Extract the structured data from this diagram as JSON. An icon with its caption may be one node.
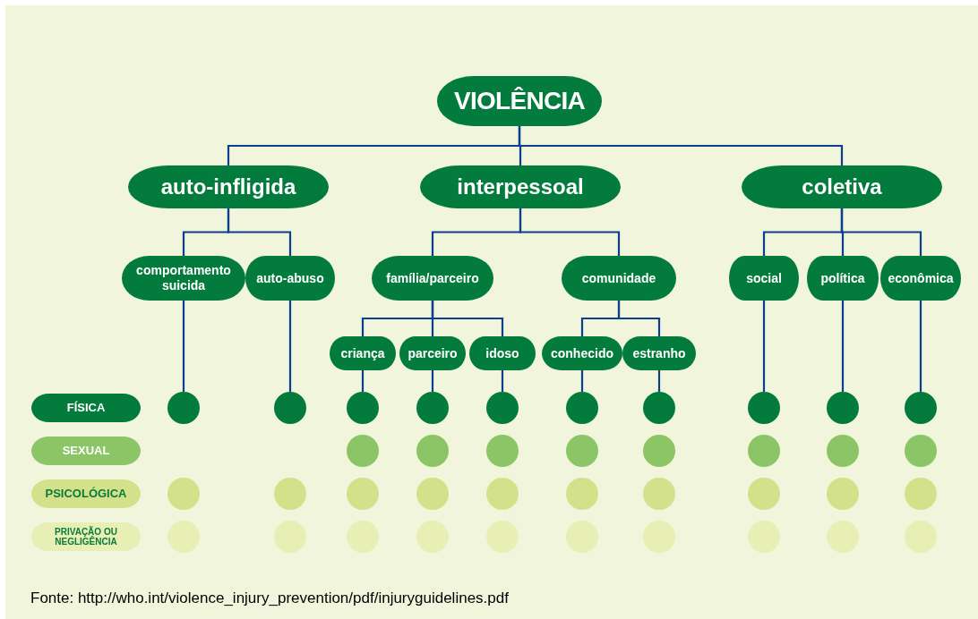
{
  "diagram": {
    "caption": "Fonte: http://who.int/violence_injury_prevention/pdf/injuryguidelines.pdf",
    "nodes": [
      {
        "text": [
          "VIOLÊNCIA"
        ]
      },
      {
        "text": [
          "auto-infligida"
        ]
      },
      {
        "text": [
          "interpessoal"
        ]
      },
      {
        "text": [
          "coletiva"
        ]
      },
      {
        "text": [
          "comportamento suicida"
        ]
      },
      {
        "text": [
          "auto-abuso"
        ]
      },
      {
        "text": [
          "família/parceiro"
        ]
      },
      {
        "text": [
          "comunidade"
        ]
      },
      {
        "text": [
          "social"
        ]
      },
      {
        "text": [
          "política"
        ]
      },
      {
        "text": [
          "econômica"
        ]
      },
      {
        "text": [
          "criança"
        ]
      },
      {
        "text": [
          "parceiro"
        ]
      },
      {
        "text": [
          "idoso"
        ]
      },
      {
        "text": [
          "conhecido"
        ]
      },
      {
        "text": [
          "estranho"
        ]
      },
      {
        "text": [
          "FÍSICA"
        ]
      },
      {
        "text": [
          "SEXUAL"
        ]
      },
      {
        "text": [
          "PSICOLÓGICA"
        ]
      },
      {
        "text": [
          "PRIVAÇÃO OU NEGLIGÊNCIA"
        ]
      },
      {
        "text": [],
        "shape": "circle"
      },
      {
        "text": [],
        "shape": "circle"
      },
      {
        "text": [],
        "shape": "circle"
      },
      {
        "text": [],
        "shape": "circle"
      },
      {
        "text": [],
        "shape": "circle"
      },
      {
        "text": [],
        "shape": "circle"
      },
      {
        "text": [],
        "shape": "circle"
      },
      {
        "text": [],
        "shape": "circle"
      },
      {
        "text": [],
        "shape": "circle"
      },
      {
        "text": [],
        "shape": "circle"
      },
      {
        "text": [],
        "shape": "circle"
      },
      {
        "text": [],
        "shape": "circle"
      },
      {
        "text": [],
        "shape": "circle"
      },
      {
        "text": [],
        "shape": "circle"
      },
      {
        "text": [],
        "shape": "circle"
      },
      {
        "text": [],
        "shape": "circle"
      },
      {
        "text": [],
        "shape": "circle"
      },
      {
        "text": [],
        "shape": "circle"
      },
      {
        "text": [],
        "shape": "circle"
      },
      {
        "text": [],
        "shape": "circle"
      },
      {
        "text": [],
        "shape": "circle"
      },
      {
        "text": [],
        "shape": "circle"
      },
      {
        "text": [],
        "shape": "circle"
      },
      {
        "text": [],
        "shape": "circle"
      },
      {
        "text": [],
        "shape": "circle"
      },
      {
        "text": [],
        "shape": "circle"
      },
      {
        "text": [],
        "shape": "circle"
      },
      {
        "text": [],
        "shape": "circle"
      },
      {
        "text": [],
        "shape": "circle"
      },
      {
        "text": [],
        "shape": "circle"
      },
      {
        "text": [],
        "shape": "circle"
      },
      {
        "text": [],
        "shape": "circle"
      },
      {
        "text": [],
        "shape": "circle"
      },
      {
        "text": [],
        "shape": "circle"
      },
      {
        "text": [],
        "shape": "circle"
      },
      {
        "text": [],
        "shape": "circle"
      },
      {
        "text": [],
        "shape": "circle"
      },
      {
        "text": [],
        "shape": "circle"
      }
    ],
    "edges": [
      {
        "from": 0,
        "to": 1,
        "arrow": "none"
      },
      {
        "from": 0,
        "to": 2,
        "arrow": "none"
      },
      {
        "from": 0,
        "to": 3,
        "arrow": "none"
      },
      {
        "from": 1,
        "to": 4,
        "arrow": "none"
      },
      {
        "from": 1,
        "to": 5,
        "arrow": "none"
      },
      {
        "from": 2,
        "to": 6,
        "arrow": "none"
      },
      {
        "from": 2,
        "to": 7,
        "arrow": "none"
      },
      {
        "from": 3,
        "to": 8,
        "arrow": "none"
      },
      {
        "from": 3,
        "to": 9,
        "arrow": "none"
      },
      {
        "from": 3,
        "to": 10,
        "arrow": "none"
      },
      {
        "from": 6,
        "to": 11,
        "arrow": "none"
      },
      {
        "from": 6,
        "to": 12,
        "arrow": "none"
      },
      {
        "from": 6,
        "to": 13,
        "arrow": "none"
      },
      {
        "from": 7,
        "to": 14,
        "arrow": "none"
      },
      {
        "from": 7,
        "to": 15,
        "arrow": "none"
      },
      {
        "from": 4,
        "to": 20,
        "arrow": "none"
      },
      {
        "from": 5,
        "to": 21,
        "arrow": "none"
      },
      {
        "from": 11,
        "to": 22,
        "arrow": "none"
      },
      {
        "from": 12,
        "to": 23,
        "arrow": "none"
      },
      {
        "from": 13,
        "to": 24,
        "arrow": "none"
      },
      {
        "from": 14,
        "to": 25,
        "arrow": "none"
      },
      {
        "from": 15,
        "to": 26,
        "arrow": "none"
      },
      {
        "from": 8,
        "to": 27,
        "arrow": "none"
      },
      {
        "from": 9,
        "to": 28,
        "arrow": "none"
      },
      {
        "from": 10,
        "to": 29,
        "arrow": "none"
      }
    ]
  }
}
